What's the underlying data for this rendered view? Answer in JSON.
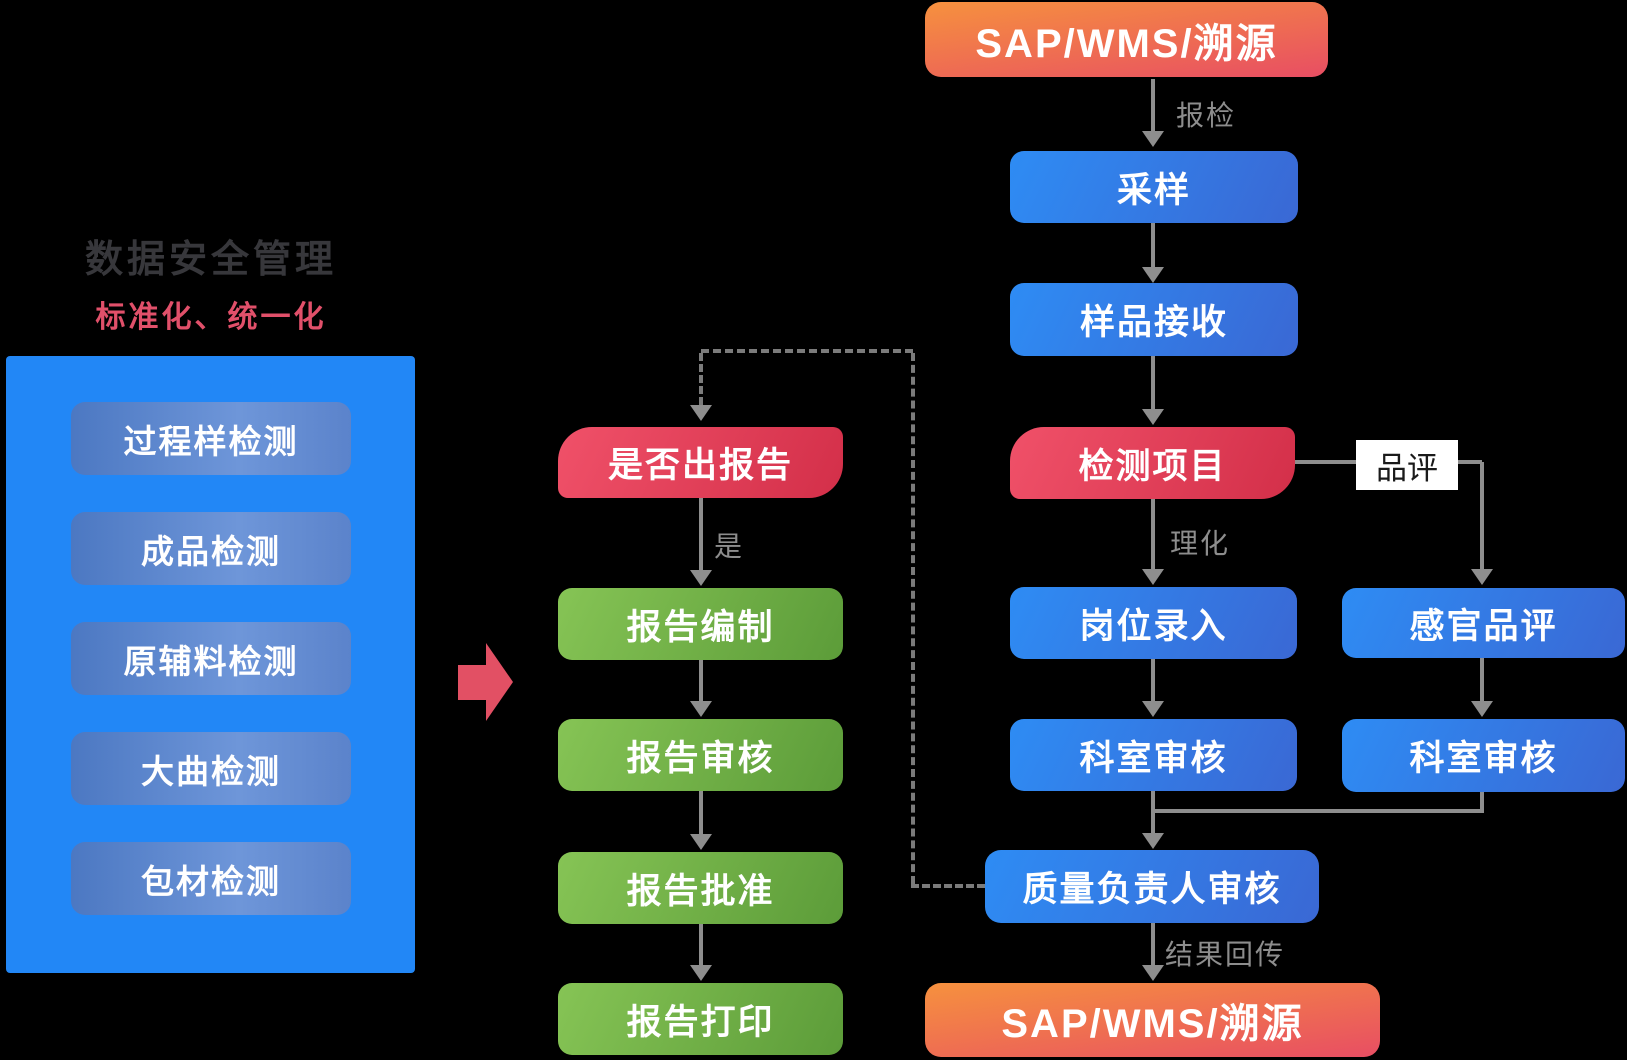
{
  "left_panel": {
    "title": "数据安全管理",
    "subtitle": "标准化、统一化",
    "items": [
      {
        "label": "过程样检测"
      },
      {
        "label": "成品检测"
      },
      {
        "label": "原辅料检测"
      },
      {
        "label": "大曲检测"
      },
      {
        "label": "包材检测"
      }
    ]
  },
  "main_flow": {
    "sap_top": "SAP/WMS/溯源",
    "sampling": "采样",
    "sample_receiving": "样品接收",
    "test_items": "检测项目",
    "position_entry": "岗位录入",
    "dept_review_left": "科室审核",
    "quality_manager_review": "质量负责人审核",
    "sap_bottom": "SAP/WMS/溯源"
  },
  "sensory_branch": {
    "tasting_tag": "品评",
    "sensory_tasting": "感官品评",
    "dept_review_right": "科室审核"
  },
  "report_flow": {
    "report_question": "是否出报告",
    "report_compile": "报告编制",
    "report_review": "报告审核",
    "report_approve": "报告批准",
    "report_print": "报告打印"
  },
  "edge_labels": {
    "inspection_request": "报检",
    "physicochemical": "理化",
    "yes": "是",
    "result_return": "结果回传"
  },
  "colors": {
    "background": "#000000",
    "blue_box_start": "#2E8CF4",
    "blue_box_end": "#3A68D4",
    "red_box_start": "#F05169",
    "red_box_end": "#D32F49",
    "green_box_start": "#86C455",
    "green_box_end": "#5C9C39",
    "orange_box_start": "#F6913E",
    "orange_box_end": "#E84E63",
    "left_panel_blue": "#2287F6",
    "pill_start": "#4C78C2",
    "pill_end": "#6E96D9",
    "subtitle_red": "#E1506A",
    "title_gray": "#37373B",
    "connector_gray": "#8E8E8E",
    "dashed_gray": "#7B7B7B",
    "pink_arrow": "#E25064"
  }
}
